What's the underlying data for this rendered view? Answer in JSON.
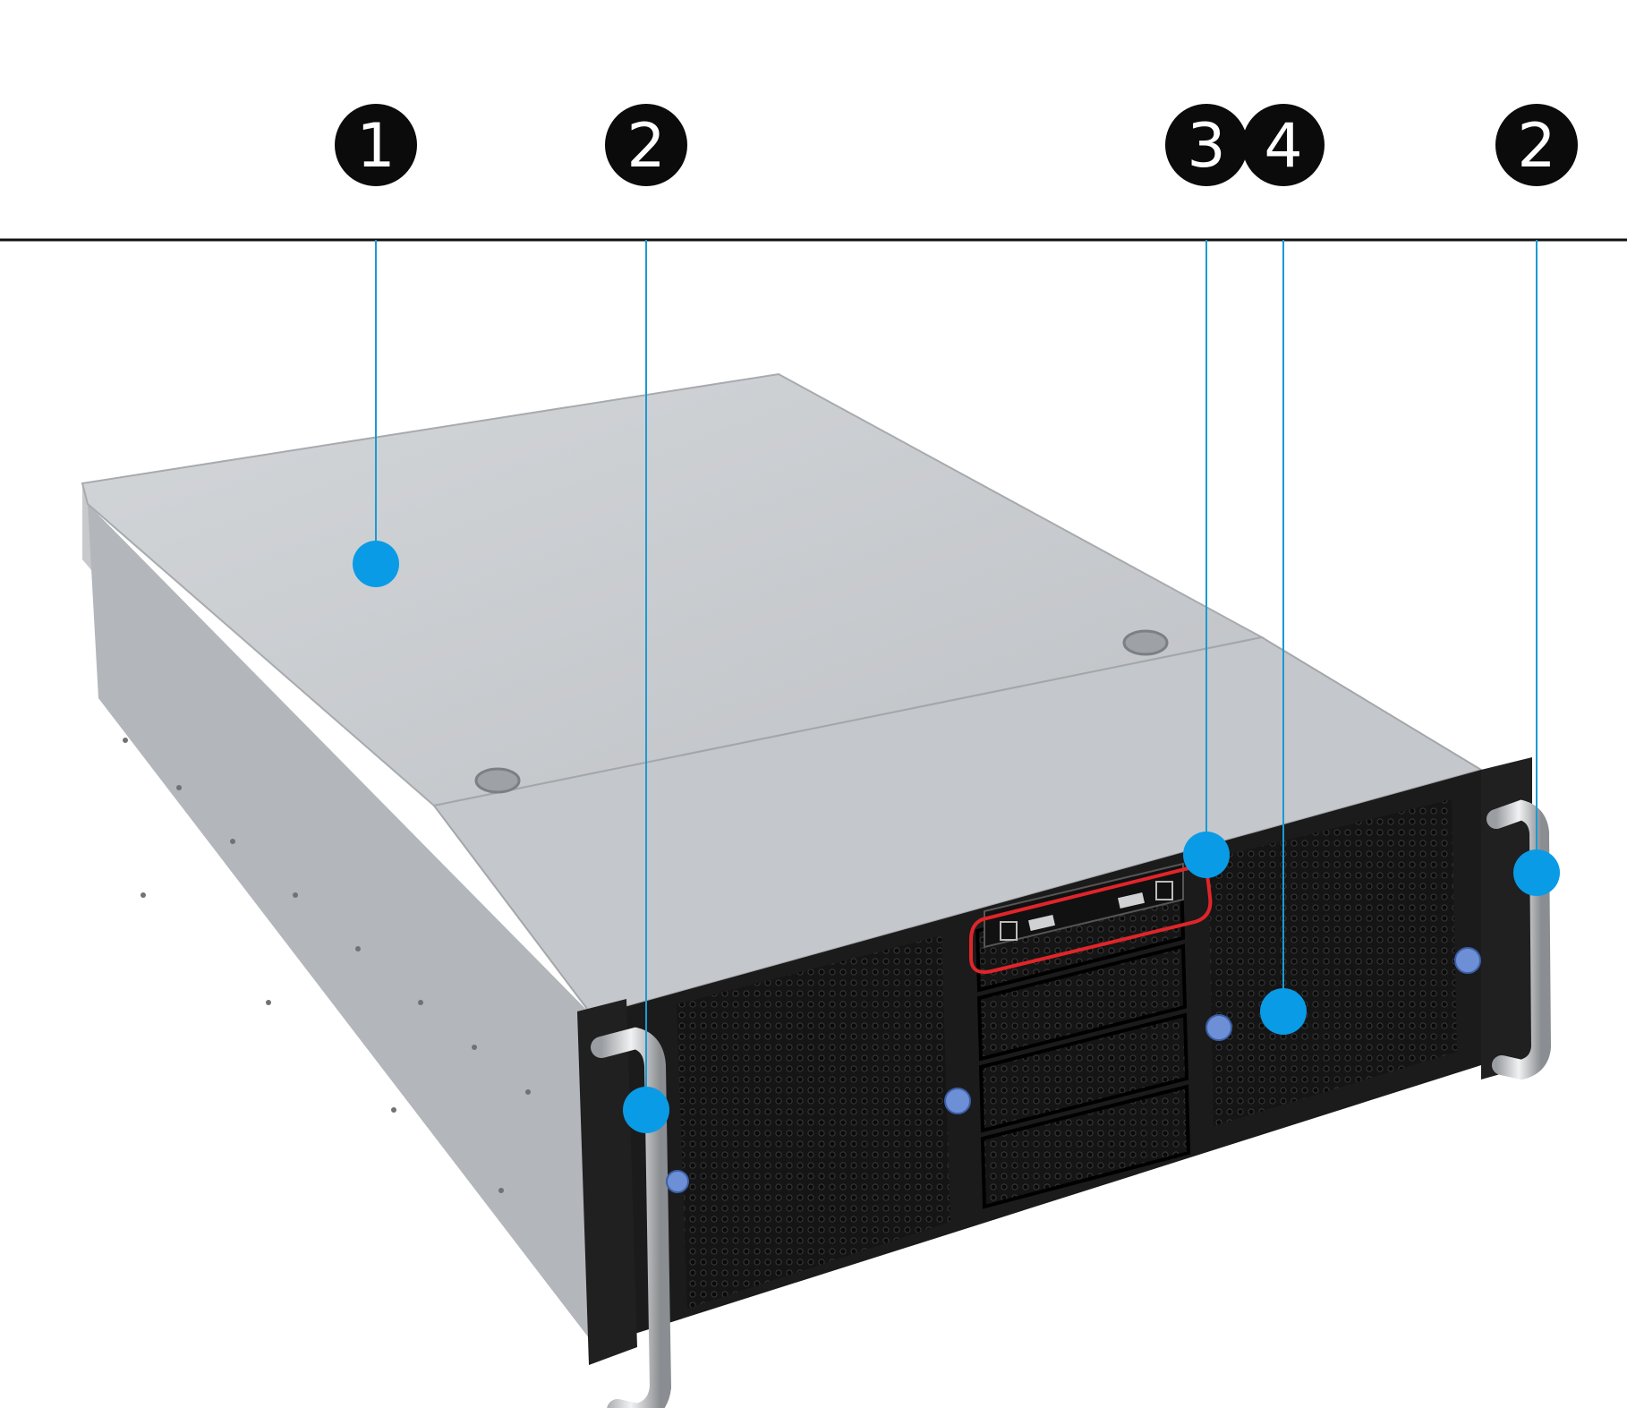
{
  "callouts": [
    {
      "number": "1",
      "target": "top-cover"
    },
    {
      "number": "2",
      "target": "left-handle"
    },
    {
      "number": "3",
      "target": "front-io-panel"
    },
    {
      "number": "4",
      "target": "front-fan-grille"
    },
    {
      "number": "2",
      "target": "right-handle"
    }
  ],
  "colors": {
    "badge_fill": "#0b0b0b",
    "leader_line": "#1a9ad6",
    "target_dot": "#0a9be6",
    "highlight_outline": "#e0252a",
    "header_rule": "#111111",
    "chassis_top": "#c9ccd0",
    "chassis_side": "#b9bcc0",
    "front_panel": "#1b1b1b"
  }
}
